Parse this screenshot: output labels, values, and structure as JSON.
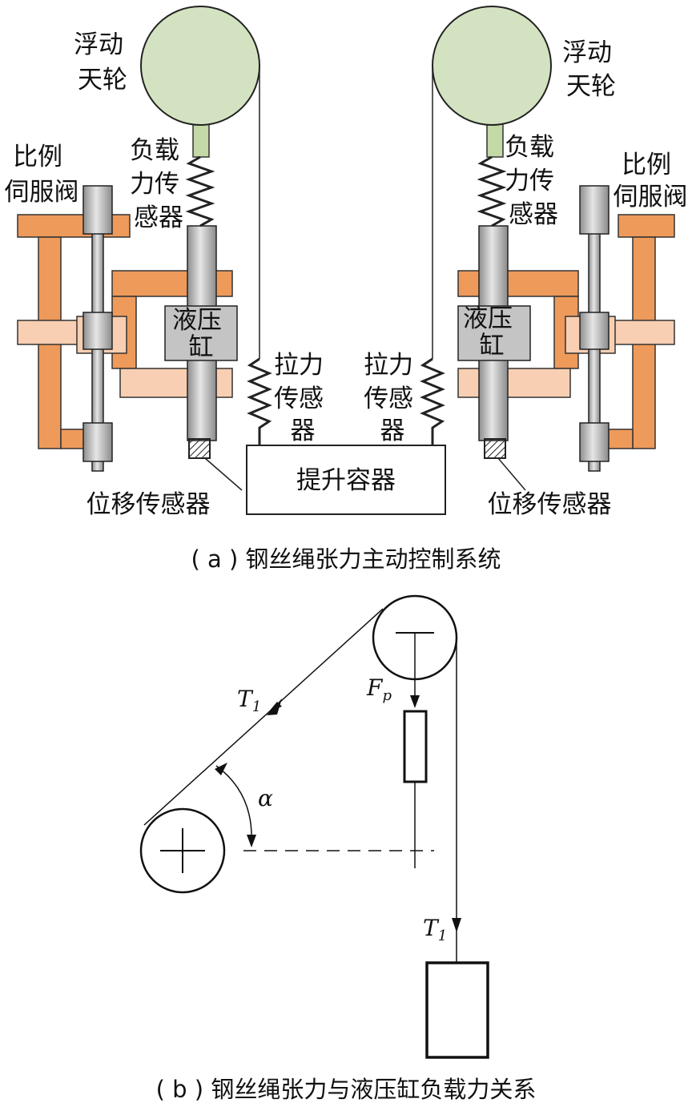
{
  "part_a": {
    "left_wheel_label": [
      "浮动",
      "天轮"
    ],
    "right_wheel_label": [
      "浮动",
      "天轮"
    ],
    "left_load_sensor_label": [
      "负载",
      "力传",
      "感器"
    ],
    "right_load_sensor_label": [
      "负载",
      "力传",
      "感器"
    ],
    "left_valve_label": [
      "比例",
      "伺服阀"
    ],
    "right_valve_label": [
      "比例",
      "伺服阀"
    ],
    "left_cylinder_label": [
      "液压",
      "缸"
    ],
    "right_cylinder_label": [
      "液压",
      "缸"
    ],
    "left_tension_sensor_label": [
      "拉力",
      "传感",
      "器"
    ],
    "right_tension_sensor_label": [
      "拉力",
      "传感",
      "器"
    ],
    "container_label": "提升容器",
    "left_displacement_label": "位移传感器",
    "right_displacement_label": "位移传感器",
    "caption": "( a ) 钢丝绳张力主动控制系统"
  },
  "part_b": {
    "tension_symbol": "T",
    "tension_subscript": "1",
    "force_symbol": "F",
    "force_subscript": "p",
    "angle_symbol": "α",
    "caption": "( b ) 钢丝绳张力与液压缸负载力关系"
  },
  "colors": {
    "wheel_fill": "#d3e3c1",
    "wheel_stem": "#c3d9a6",
    "valve_orange": "#ee9a5a",
    "valve_light": "#f8cfb2",
    "metal": "#c4c4c4",
    "outline": "#1a1a1a"
  }
}
